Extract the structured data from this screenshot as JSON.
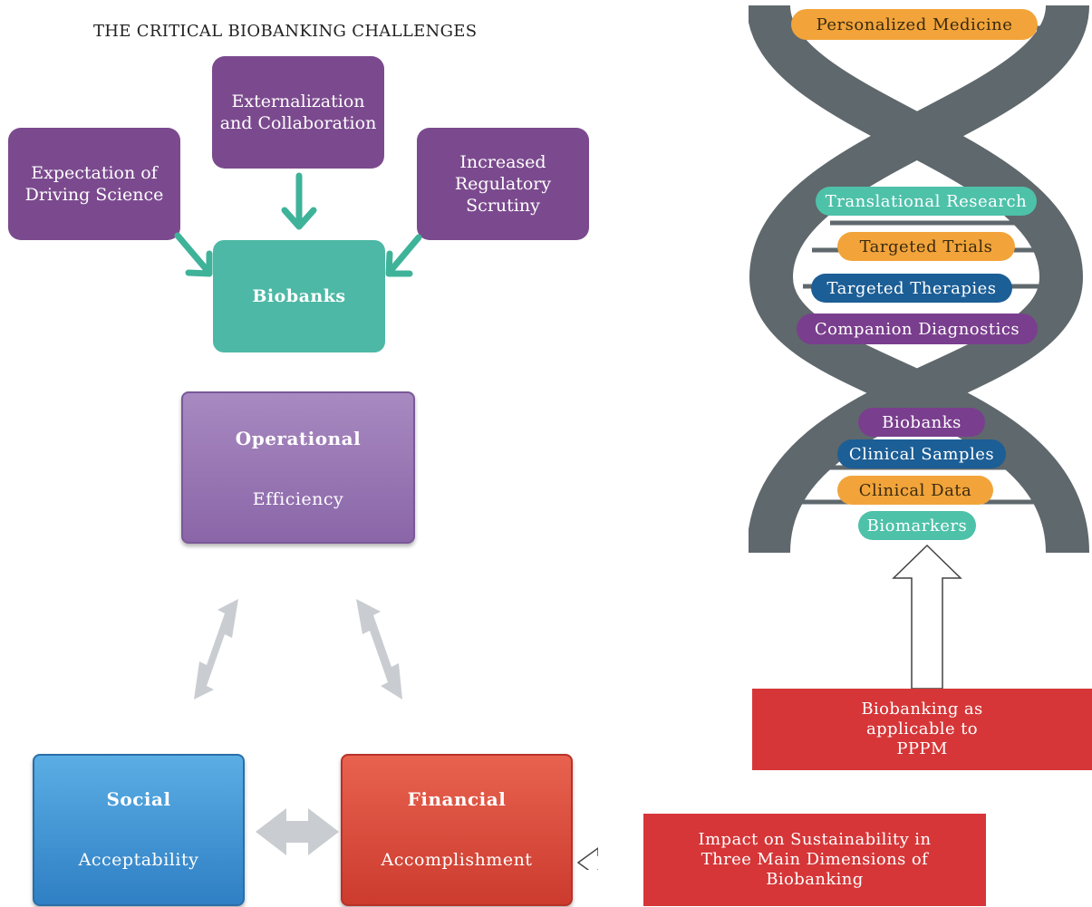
{
  "left": {
    "title": "THE CRITICAL BIOBANKING CHALLENGES",
    "challenges": {
      "externalization": "Externalization and Collaboration",
      "expectation": "Expectation of Driving Science",
      "regulatory": "Increased Regulatory Scrutiny"
    },
    "center": "Biobanks",
    "dimensions": {
      "operational": {
        "head": "Operational",
        "sub": "Efficiency"
      },
      "social": {
        "head": "Social",
        "sub": "Acceptability"
      },
      "financial": {
        "head": "Financial",
        "sub": "Accomplishment"
      }
    },
    "impact": "Impact on Sustainability in Three Main Dimensions of Biobanking"
  },
  "right": {
    "pills": [
      {
        "label": "Personalized Medicine",
        "color": "orange"
      },
      {
        "label": "Translational Research",
        "color": "teal"
      },
      {
        "label": "Targeted Trials",
        "color": "orange"
      },
      {
        "label": "Targeted Therapies",
        "color": "blue"
      },
      {
        "label": "Companion Diagnostics",
        "color": "purple"
      },
      {
        "label": "Biobanks",
        "color": "purple"
      },
      {
        "label": "Clinical Samples",
        "color": "blue"
      },
      {
        "label": "Clinical Data",
        "color": "orange"
      },
      {
        "label": "Biomarkers",
        "color": "teal"
      }
    ],
    "footer": "Biobanking as applicable to PPPM"
  },
  "colors": {
    "purple": "#7b4a8e",
    "teal": "#4db8a5",
    "red": "#d63638",
    "helix": "#5f686c",
    "arrow_teal": "#3fb39a",
    "arrow_grey": "#c9cdd1"
  }
}
